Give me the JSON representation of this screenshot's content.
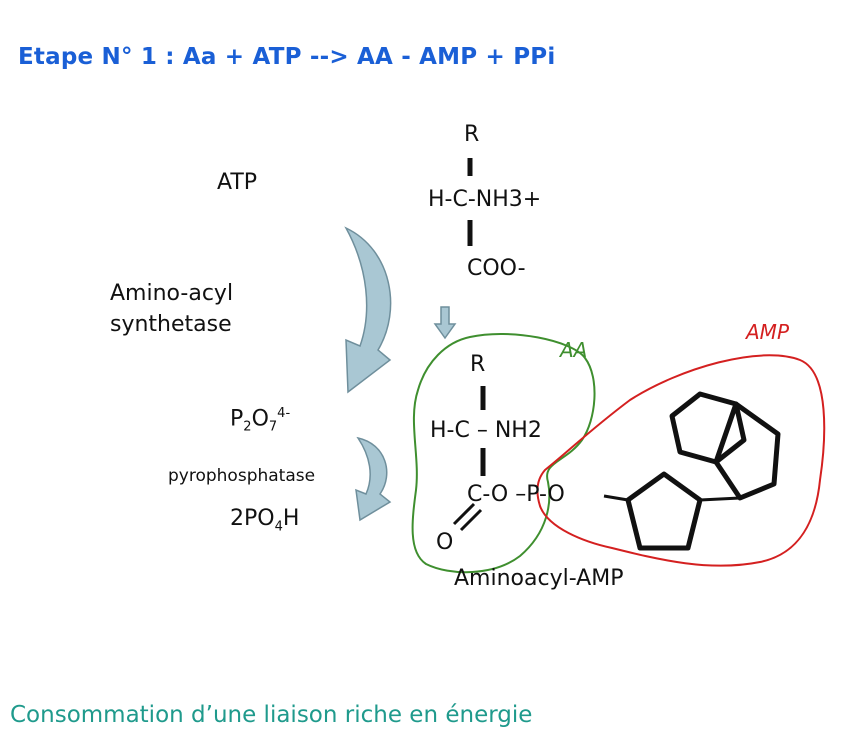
{
  "title": "Etape N° 1 : Aa + ATP --> AA - AMP + PPi",
  "left": {
    "atp": "ATP",
    "enzyme_line1": "Amino-acyl",
    "enzyme_line2": "synthetase",
    "ppi_base": "P",
    "ppi_sub1": "2",
    "ppi_mid": "O",
    "ppi_sub2": "7",
    "ppi_sup": "4-",
    "pyrophosphatase": "pyrophosphatase",
    "pi_pre": "2PO",
    "pi_sub": "4",
    "pi_post": "H"
  },
  "amino_acid": {
    "r": "R",
    "center": "H-C-NH3+",
    "carboxyl": "COO-"
  },
  "product": {
    "r": "R",
    "center": "H-C – NH2",
    "ester": "C-O –P-O",
    "oxygen": "O",
    "name": "Aminoacyl-AMP",
    "label_aa": "AA",
    "label_amp": "AMP"
  },
  "colors": {
    "title": "#1a5fd6",
    "footer": "#1f9a8c",
    "aa_outline": "#3f8f2f",
    "amp_outline": "#d42020",
    "arrow_fill": "#a9c7d3",
    "arrow_stroke": "#6f8f9c"
  },
  "footer": "Consommation d’une liaison riche en énergie"
}
